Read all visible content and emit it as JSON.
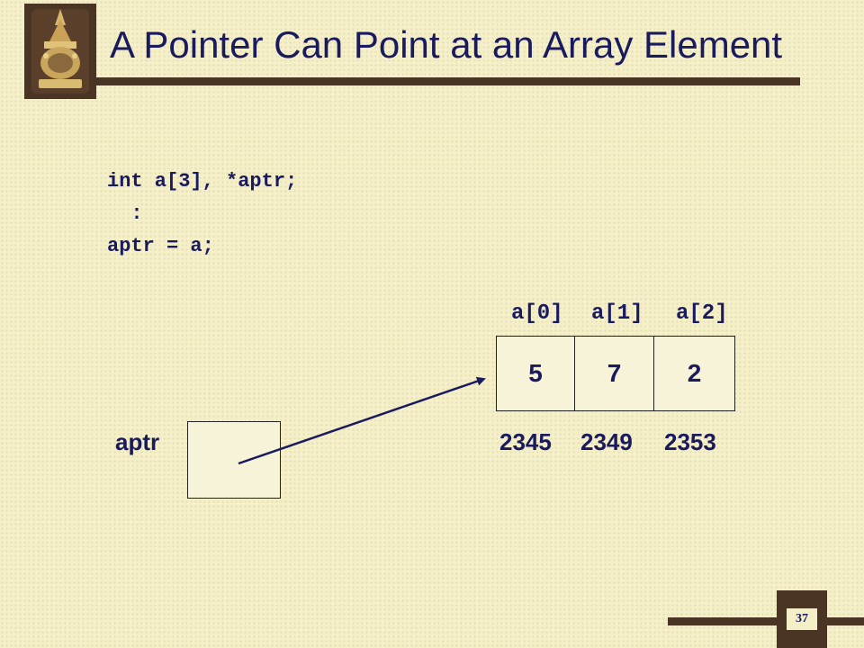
{
  "slide": {
    "title": "A Pointer Can Point at an Array Element",
    "page_number": "37",
    "logo_icon": "university-emblem-icon"
  },
  "code": {
    "lines": [
      "int a[3], *aptr;",
      "  :",
      "aptr = a;"
    ]
  },
  "diagram": {
    "array": {
      "indices": [
        "a[0]",
        "a[1]",
        "a[2]"
      ],
      "values": [
        "5",
        "7",
        "2"
      ],
      "addresses": [
        "2345",
        "2349",
        "2353"
      ]
    },
    "pointer": {
      "label": "aptr"
    }
  },
  "colors": {
    "text": "#1a1a5e",
    "bar": "#4a3424",
    "background": "#f4efc6"
  }
}
